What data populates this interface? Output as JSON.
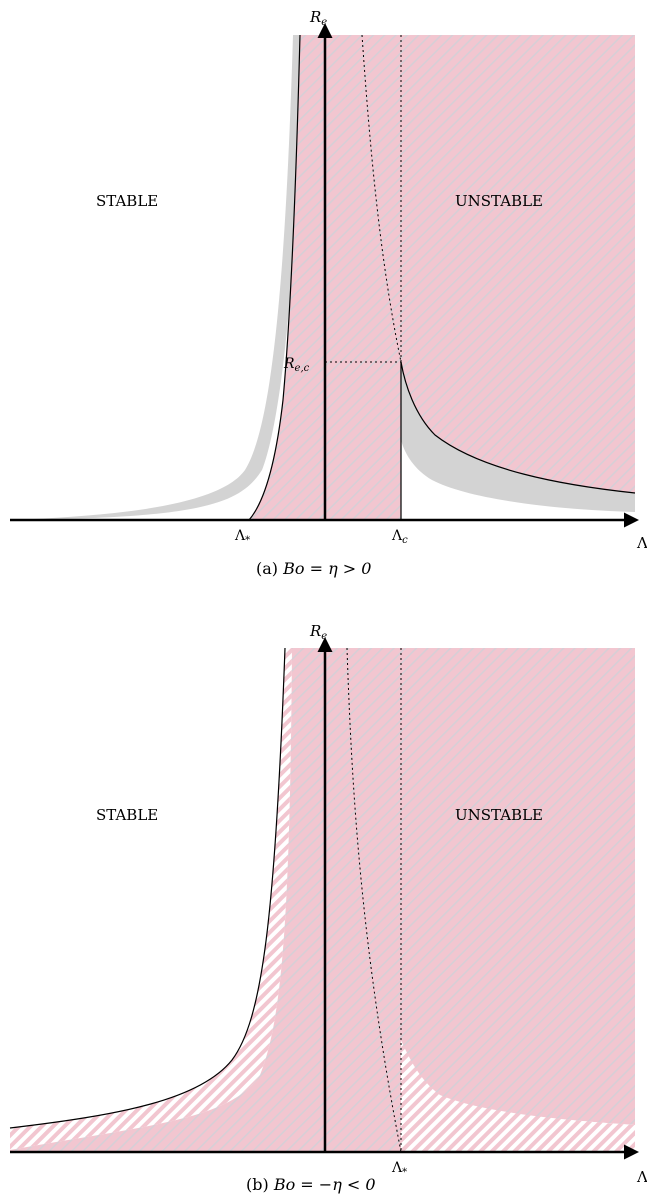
{
  "panel_a": {
    "y_axis_label": "R",
    "y_axis_sub": "e",
    "x_axis_label": "Λ",
    "stable_label": "STABLE",
    "unstable_label": "UNSTABLE",
    "rec_label": "R",
    "rec_sub": "e,c",
    "lambda_star": "Λ",
    "lambda_star_sub": "*",
    "lambda_c": "Λ",
    "lambda_c_sub": "c",
    "caption_prefix": "(a) ",
    "caption_math": "Bo = η > 0"
  },
  "panel_b": {
    "y_axis_label": "R",
    "y_axis_sub": "e",
    "x_axis_label": "Λ",
    "stable_label": "STABLE",
    "unstable_label": "UNSTABLE",
    "lambda_star": "Λ",
    "lambda_star_sub": "*",
    "caption_prefix": "(b) ",
    "caption_math": "Bo = −η < 0"
  },
  "colors": {
    "pink": "#f2c6d0",
    "hatch": "#d9d2d8",
    "gray": "#d3d3d3",
    "axis": "#000000"
  }
}
